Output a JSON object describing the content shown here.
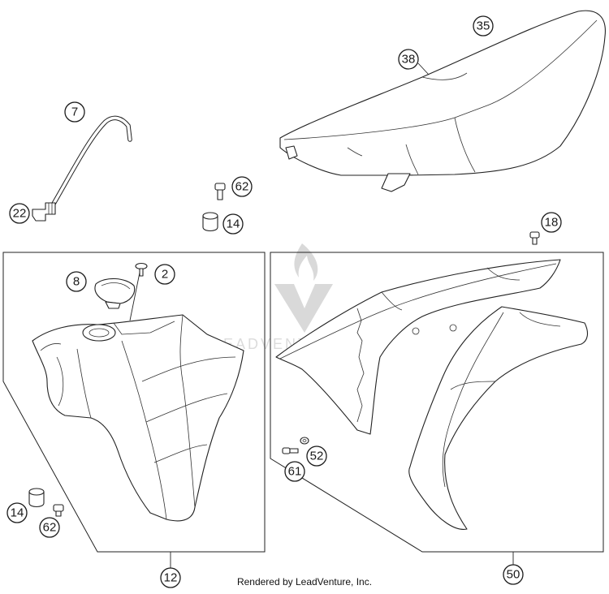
{
  "callouts": {
    "c35": "35",
    "c38": "38",
    "c7": "7",
    "c22": "22",
    "c62a": "62",
    "c14a": "14",
    "c18": "18",
    "c8": "8",
    "c2": "2",
    "c14b": "14",
    "c62b": "62",
    "c12": "12",
    "c52": "52",
    "c61": "61",
    "c50": "50"
  },
  "watermark": {
    "text": "LEADVENTURE"
  },
  "footer": {
    "text": "Rendered by LeadVenture, Inc."
  },
  "colors": {
    "line": "#222222",
    "background": "#ffffff",
    "watermark": "#d9d9d9"
  }
}
